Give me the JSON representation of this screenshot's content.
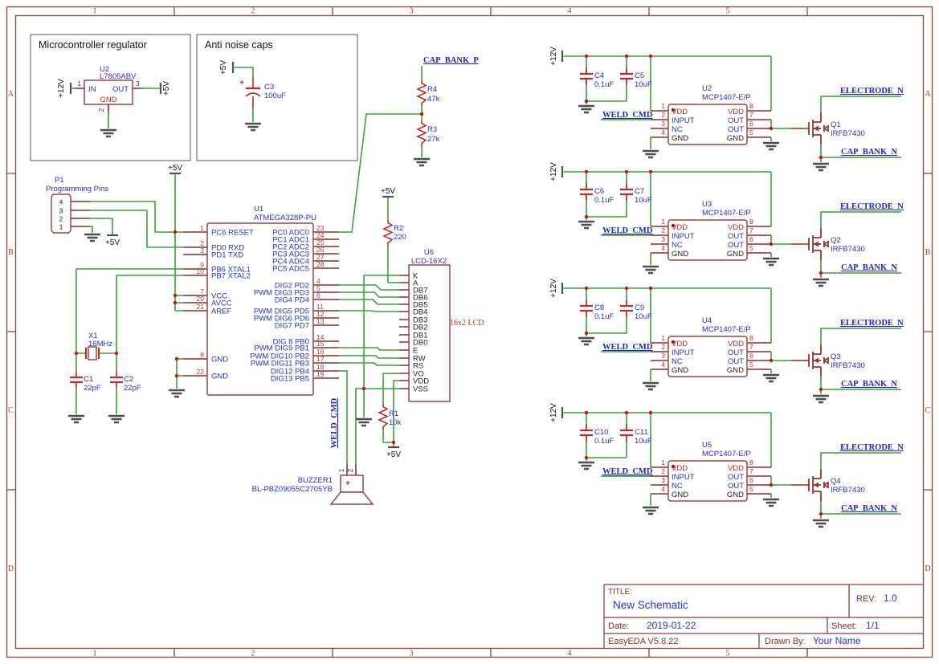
{
  "frame": {
    "cols": [
      "1",
      "2",
      "3",
      "4",
      "5"
    ],
    "rows": [
      "A",
      "B",
      "C",
      "D"
    ]
  },
  "boxes": {
    "regulator_title": "Microcontroller regulator",
    "caps_title": "Anti noise caps"
  },
  "regulator": {
    "ref": "U2",
    "value": "L7805ABV",
    "pin_in": "IN",
    "pin_out": "OUT",
    "pin_gnd": "GND",
    "num_in": "1",
    "num_out": "3",
    "num_gnd": "2",
    "rail_in": "+12V",
    "rail_out": "+5V"
  },
  "noise_cap": {
    "ref": "C3",
    "value": "100uF",
    "rail": "+5V",
    "plus": "+"
  },
  "divider": {
    "net": "CAP_BANK_P",
    "r_top": {
      "ref": "R4",
      "value": "47k"
    },
    "r_bot": {
      "ref": "R3",
      "value": "27k"
    }
  },
  "mcu": {
    "ref": "U1",
    "value": "ATMEGA328P-PU",
    "rail": "+5V",
    "left_pins": [
      {
        "num": "1",
        "name": "PC6 RESET"
      },
      {
        "num": "2",
        "name": "PD0 RXD"
      },
      {
        "num": "3",
        "name": "PD1 TXD"
      },
      {
        "num": "9",
        "name": "PB6 XTAL1"
      },
      {
        "num": "10",
        "name": "PB7 XTAL2"
      },
      {
        "num": "7",
        "name": "VCC"
      },
      {
        "num": "20",
        "name": "AVCC"
      },
      {
        "num": "21",
        "name": "AREF"
      },
      {
        "num": "8",
        "name": "GND"
      },
      {
        "num": "22",
        "name": "GND"
      }
    ],
    "right_pins": [
      {
        "num": "23",
        "name": "PC0 ADC0"
      },
      {
        "num": "24",
        "name": "PC1 ADC1"
      },
      {
        "num": "25",
        "name": "PC2 ADC2"
      },
      {
        "num": "26",
        "name": "PC3 ADC3"
      },
      {
        "num": "27",
        "name": "PC4 ADC4"
      },
      {
        "num": "28",
        "name": "PC5 ADC5"
      },
      {
        "num": "4",
        "name": "DIG2 PD2"
      },
      {
        "num": "5",
        "name": "PWM DIG3 PD3"
      },
      {
        "num": "6",
        "name": "DIG4 PD4"
      },
      {
        "num": "11",
        "name": "PWM DIG5 PD5"
      },
      {
        "num": "12",
        "name": "PWM DIG6 PD6"
      },
      {
        "num": "13",
        "name": "DIG7 PD7"
      },
      {
        "num": "14",
        "name": "DIG 8 PB0"
      },
      {
        "num": "15",
        "name": "PWM DIG9 PB1"
      },
      {
        "num": "16",
        "name": "PWM DIG10 PB2"
      },
      {
        "num": "17",
        "name": "PWM DIG11 PB3"
      },
      {
        "num": "18",
        "name": "DIG12 PB4"
      },
      {
        "num": "19",
        "name": "DIG13 PB5"
      }
    ]
  },
  "header": {
    "ref": "P1",
    "value": "Programming Pins",
    "pins": [
      "4",
      "3",
      "2",
      "1"
    ],
    "rail": "+5V"
  },
  "xtal": {
    "ref": "X1",
    "value": "16MHz"
  },
  "c1": {
    "ref": "C1",
    "value": "22pF"
  },
  "c2": {
    "ref": "C2",
    "value": "22pF"
  },
  "r2": {
    "ref": "R2",
    "value": "220",
    "rail": "+5V"
  },
  "r1": {
    "ref": "R1",
    "value": "10k",
    "rail": "+5V"
  },
  "lcd": {
    "ref": "U6",
    "value": "LCD-16X2",
    "note": "16x2 LCD",
    "pins": [
      "K",
      "A",
      "DB7",
      "DB6",
      "DB5",
      "DB4",
      "DB3",
      "DB2",
      "DB1",
      "DB0",
      "E",
      "RW",
      "RS",
      "VO",
      "VDD",
      "VSS"
    ]
  },
  "buzzer": {
    "ref": "BUZZER1",
    "value": "BL-PBZ09055C2705YB",
    "pins": [
      "1",
      "2"
    ],
    "plus": "+"
  },
  "weld_vertical": "WELD_CMD",
  "mcp_pins": {
    "left": [
      {
        "num": "1",
        "name": "VDD"
      },
      {
        "num": "2",
        "name": "INPUT"
      },
      {
        "num": "3",
        "name": "NC"
      },
      {
        "num": "4",
        "name": "GND"
      }
    ],
    "right": [
      {
        "num": "8",
        "name": "VDD"
      },
      {
        "num": "7",
        "name": "OUT"
      },
      {
        "num": "6",
        "name": "OUT"
      },
      {
        "num": "5",
        "name": "GND"
      }
    ]
  },
  "driver_rows": [
    {
      "rail": "+12V",
      "cap1_ref": "C4",
      "cap1_val": "0.1uF",
      "cap2_ref": "C5",
      "cap2_val": "10uF",
      "ic_ref": "U2",
      "ic_val": "MCP1407-E/P",
      "net_in": "WELD_CMD",
      "fet_ref": "Q1",
      "fet_val": "IRFB7430",
      "net_top": "ELECTRODE_N",
      "net_bot": "CAP_BANK_N"
    },
    {
      "rail": "+12V",
      "cap1_ref": "C6",
      "cap1_val": "0.1uF",
      "cap2_ref": "C7",
      "cap2_val": "10uF",
      "ic_ref": "U3",
      "ic_val": "MCP1407-E/P",
      "net_in": "WELD_CMD",
      "fet_ref": "Q2",
      "fet_val": "IRFB7430",
      "net_top": "ELECTRODE_N",
      "net_bot": "CAP_BANK_N"
    },
    {
      "rail": "+12V",
      "cap1_ref": "C8",
      "cap1_val": "0.1uF",
      "cap2_ref": "C9",
      "cap2_val": "10uF",
      "ic_ref": "U4",
      "ic_val": "MCP1407-E/P",
      "net_in": "WELD_CMD",
      "fet_ref": "Q3",
      "fet_val": "IRFB7430",
      "net_top": "ELECTRODE_N",
      "net_bot": "CAP_BANK_N"
    },
    {
      "rail": "+12V",
      "cap1_ref": "C10",
      "cap1_val": "0.1uF",
      "cap2_ref": "C11",
      "cap2_val": "10uF",
      "ic_ref": "U5",
      "ic_val": "MCP1407-E/P",
      "net_in": "WELD_CMD",
      "fet_ref": "Q4",
      "fet_val": "IRFB7430",
      "net_top": "ELECTRODE_N",
      "net_bot": "CAP_BANK_N"
    }
  ],
  "title_block": {
    "title_label": "TITLE:",
    "title": "New Schematic",
    "rev_label": "REV:",
    "rev": "1.0",
    "date_label": "Date:",
    "date": "2019-01-22",
    "sheet_label": "Sheet:",
    "sheet": "1/1",
    "tool": "EasyEDA V5.8.22",
    "drawn_label": "Drawn By:",
    "drawn": "Your Name"
  }
}
